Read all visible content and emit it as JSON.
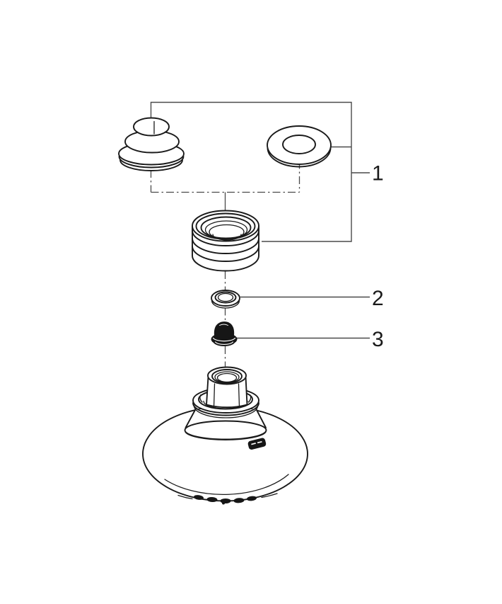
{
  "diagram": {
    "kind": "exploded-parts-diagram",
    "subject": "overhead-shower-head-assembly",
    "callouts": [
      {
        "label": "1",
        "points_to": "cap-ring-and-collar-group"
      },
      {
        "label": "2",
        "points_to": "washer"
      },
      {
        "label": "3",
        "points_to": "screw-plug"
      }
    ],
    "colors": {
      "background": "#ffffff",
      "line": "#1a1a1a",
      "callout_line": "#4a4a4a",
      "dark_fill": "#161616"
    }
  }
}
